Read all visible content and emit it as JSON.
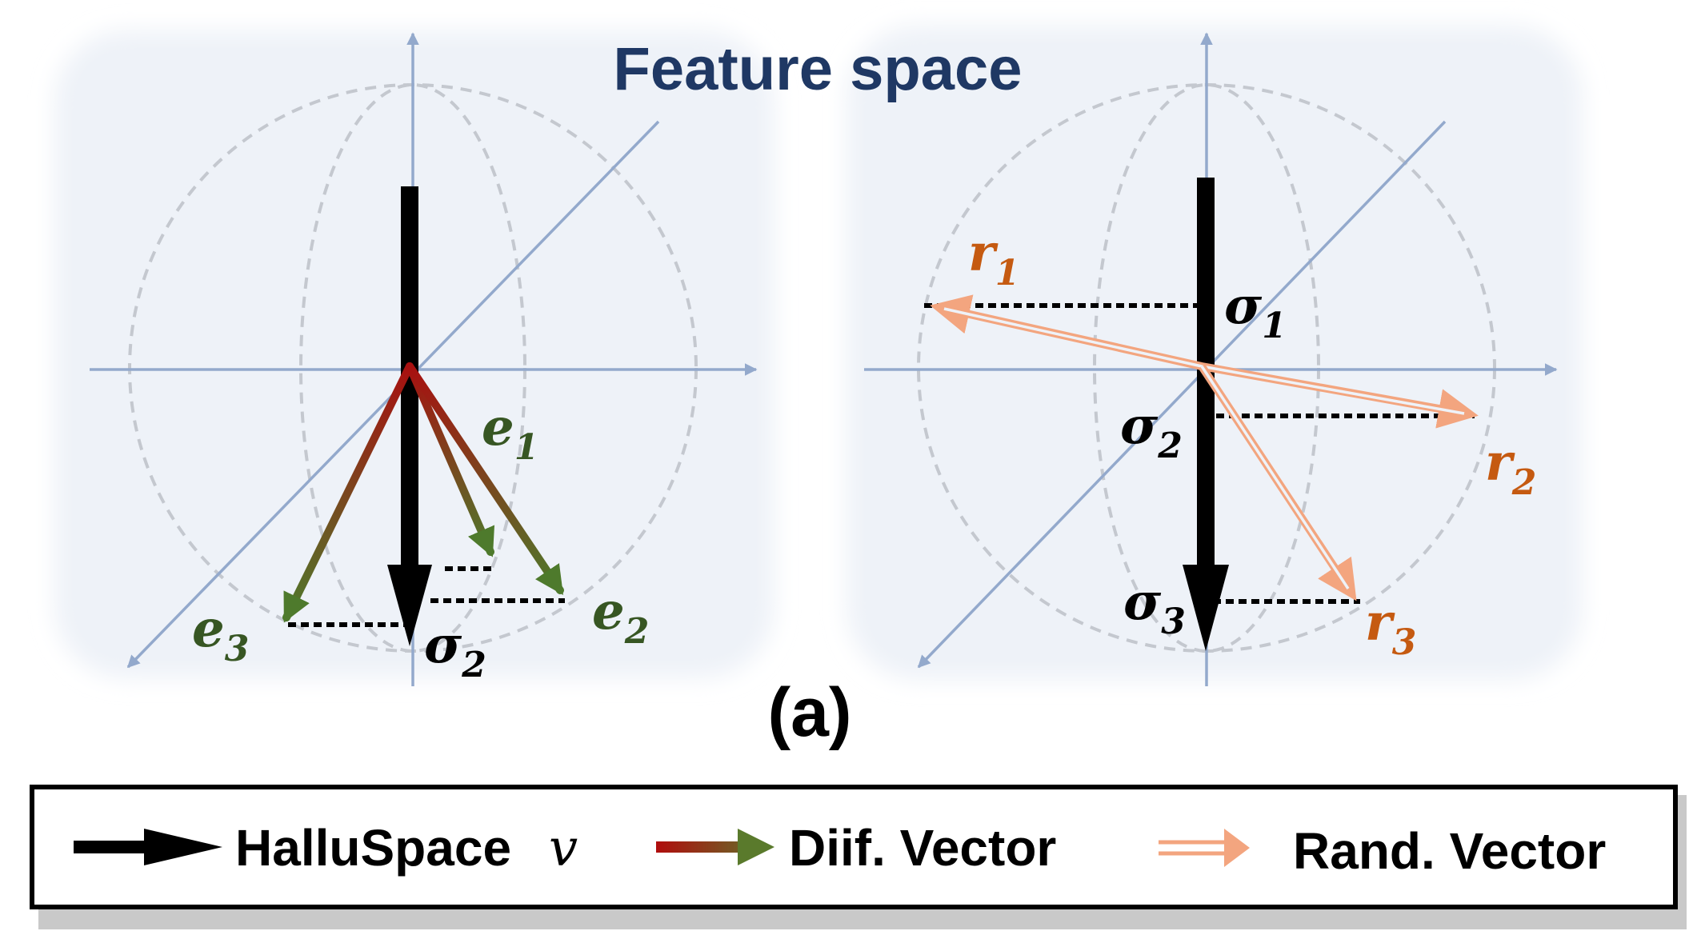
{
  "title": "Feature space",
  "caption": "(a)",
  "colors": {
    "panel_bg": "#eef2f8",
    "axis": "#93a9cc",
    "sphere": "#c4c8cf",
    "main_vector": "#000000",
    "diff_start": "#a81010",
    "diff_end": "#4e7a2c",
    "rand_vector": "#f3a57f",
    "e_label": "#375623",
    "r_label": "#c55a11",
    "title": "#1f3864"
  },
  "left_panel": {
    "labels": [
      {
        "id": "e1",
        "base": "e",
        "sub": "1"
      },
      {
        "id": "e2",
        "base": "e",
        "sub": "2"
      },
      {
        "id": "e3",
        "base": "e",
        "sub": "3"
      },
      {
        "id": "sigma2",
        "base": "σ",
        "sub": "2"
      }
    ]
  },
  "right_panel": {
    "labels": [
      {
        "id": "r1",
        "base": "r",
        "sub": "1"
      },
      {
        "id": "r2",
        "base": "r",
        "sub": "2"
      },
      {
        "id": "r3",
        "base": "r",
        "sub": "3"
      },
      {
        "id": "sigma1",
        "base": "σ",
        "sub": "1"
      },
      {
        "id": "sigma2",
        "base": "σ",
        "sub": "2"
      },
      {
        "id": "sigma3",
        "base": "σ",
        "sub": "3"
      }
    ]
  },
  "legend": {
    "items": [
      {
        "label": "HalluSpace",
        "symbol": "v",
        "icon": "black-arrow-icon"
      },
      {
        "label": "Diif. Vector",
        "icon": "gradient-arrow-icon"
      },
      {
        "label": "Rand. Vector",
        "icon": "double-line-arrow-icon"
      }
    ]
  }
}
